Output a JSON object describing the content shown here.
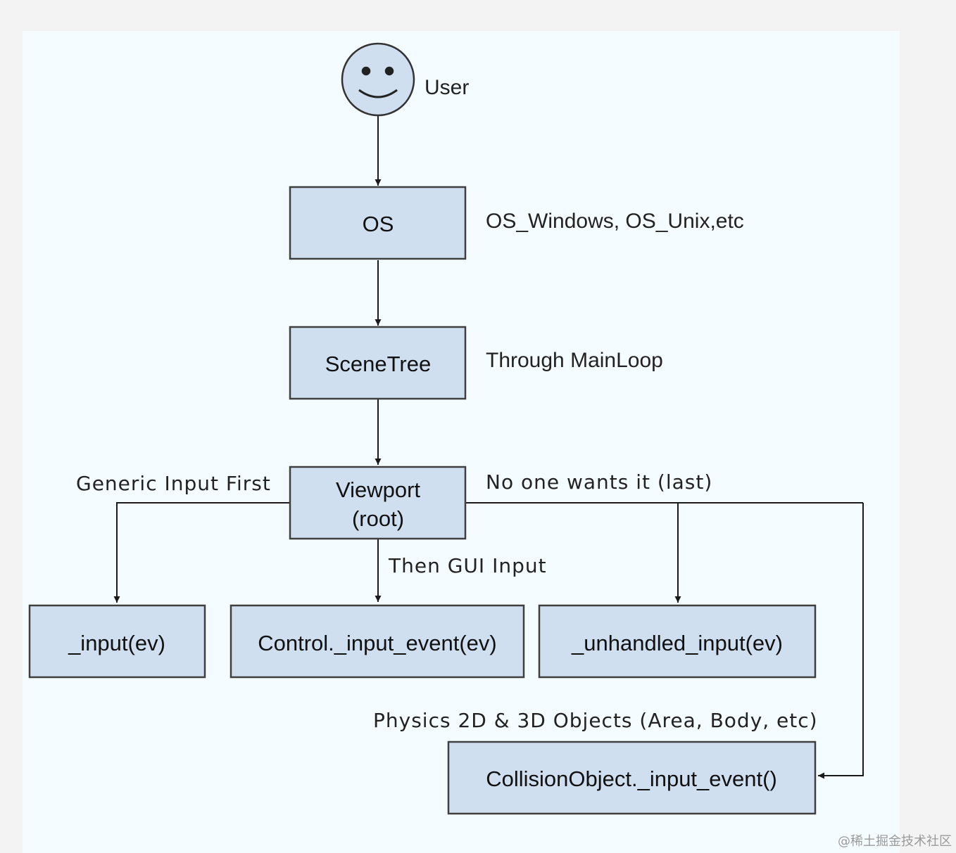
{
  "actor": {
    "label": "User"
  },
  "nodes": {
    "os": "OS",
    "scene_tree": "SceneTree",
    "viewport_line1": "Viewport",
    "viewport_line2": "(root)",
    "input": "_input(ev)",
    "control_input_event": "Control._input_event(ev)",
    "unhandled_input": "_unhandled_input(ev)",
    "collision_object_input_event": "CollisionObject._input_event()"
  },
  "annotations": {
    "os_note": "OS_Windows, OS_Unix,etc",
    "scene_tree_note": "Through MainLoop"
  },
  "edge_labels": {
    "generic_input_first": "Generic Input First",
    "then_gui_input": "Then GUI Input",
    "no_one_wants_it": "No one wants it (last)",
    "physics_objects": "Physics 2D & 3D Objects (Area, Body, etc)"
  },
  "watermark": "@稀土掘金技术社区",
  "colors": {
    "box_fill": "#d0dff0",
    "box_stroke": "#3f3f3f",
    "panel_background": "#f5fcff",
    "page_background": "#f3f3f3"
  }
}
